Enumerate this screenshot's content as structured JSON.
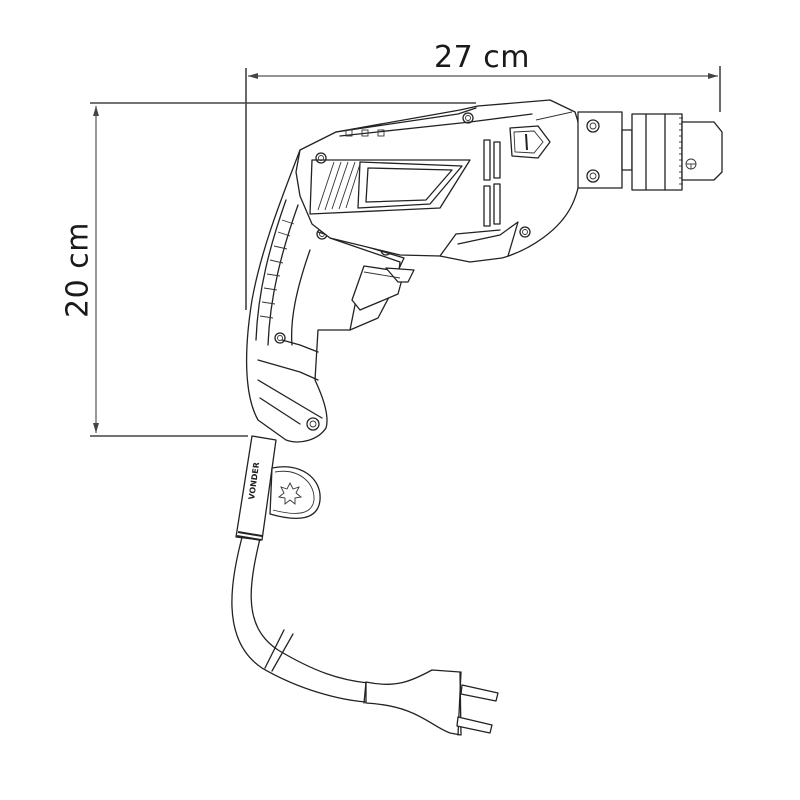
{
  "diagram": {
    "subject": "electric drill",
    "type": "product dimension line drawing",
    "background": "#ffffff",
    "line_color": "#222222"
  },
  "dimensions": {
    "width": {
      "label": "27 cm",
      "value": 27,
      "unit": "cm",
      "orientation": "horizontal"
    },
    "height": {
      "label": "20 cm",
      "value": 20,
      "unit": "cm",
      "orientation": "vertical"
    }
  },
  "parts": {
    "body": "motor housing with vent slots",
    "chuck": "keyed drill chuck with toothed ring",
    "handle": "pistol grip with ribbed back",
    "trigger": "trigger switch",
    "cord_guard": "strain relief with star emblem",
    "cord": "power cord",
    "plug": "two-pin plug"
  },
  "brand_mark": "VONDER"
}
